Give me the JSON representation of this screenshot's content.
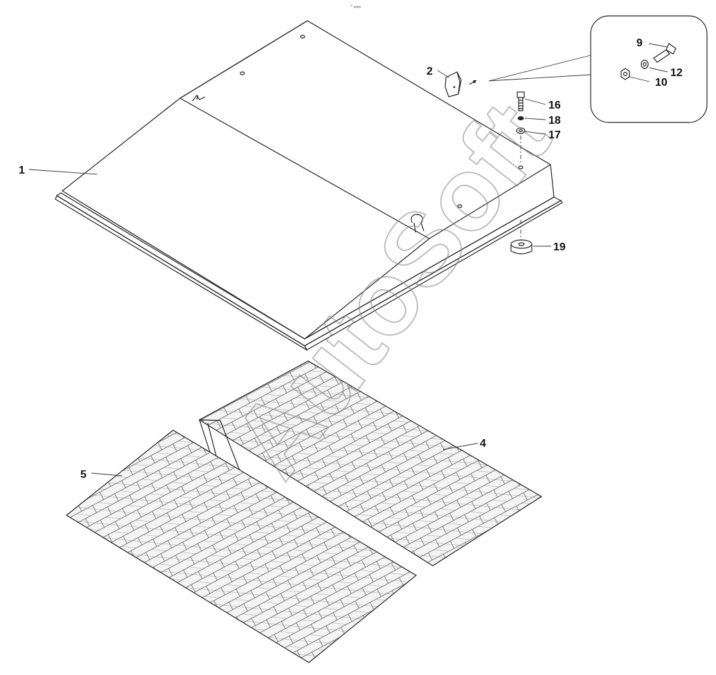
{
  "diagram": {
    "callouts": [
      "1",
      "2",
      "4",
      "5",
      "9",
      "10",
      "12",
      "16",
      "17",
      "18",
      "19"
    ],
    "watermark": "AutoSoft",
    "tiny_mark": "° ∞∞"
  },
  "colors": {
    "line": "#222222",
    "mat_fill": "#f4f4f4",
    "mat_pattern": "#555555",
    "watermark": "#888888"
  }
}
